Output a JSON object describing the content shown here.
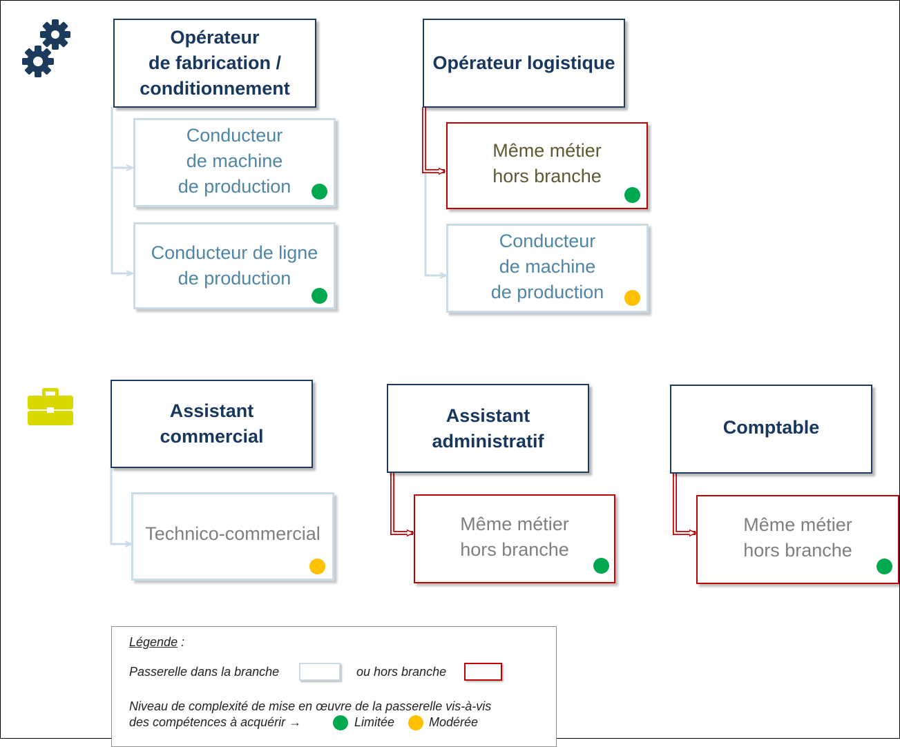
{
  "colors": {
    "navy": "#1b3a5c",
    "in_branch_border": "#c9dbe6",
    "out_branch_border": "#c00000",
    "limited": "#00a850",
    "moderate": "#ffc000",
    "briefcase": "#d9d900"
  },
  "icons": {
    "section1": "gears-icon",
    "section2": "briefcase-icon"
  },
  "section1": {
    "op_fab": {
      "title": "Opérateur\nde fabrication /\nconditionnement"
    },
    "op_fab_path1": {
      "label": "Conducteur\nde machine\nde production",
      "level": "Limitée"
    },
    "op_fab_path2": {
      "label": "Conducteur de ligne\nde production",
      "level": "Limitée"
    },
    "op_log": {
      "title": "Opérateur logistique"
    },
    "op_log_path1": {
      "label": "Même métier\nhors branche",
      "level": "Limitée"
    },
    "op_log_path2": {
      "label": "Conducteur\nde machine\nde production",
      "level": "Modérée"
    }
  },
  "section2": {
    "assist_com": {
      "title": "Assistant\ncommercial"
    },
    "assist_com_path1": {
      "label": "Technico-commercial",
      "level": "Modérée"
    },
    "assist_adm": {
      "title": "Assistant\nadministratif"
    },
    "assist_adm_path1": {
      "label": "Même métier\nhors branche",
      "level": "Limitée"
    },
    "comptable": {
      "title": "Comptable"
    },
    "comptable_path1": {
      "label": "Même métier\nhors branche",
      "level": "Limitée"
    }
  },
  "legend": {
    "title": "Légende",
    "title_suffix": " :",
    "in_branch": "Passerelle dans la branche",
    "out_branch": "ou hors branche",
    "complexity_line1": "Niveau de complexité de mise en œuvre de la passerelle vis-à-vis",
    "complexity_line2": "des compétences à acquérir →",
    "limited": "Limitée",
    "moderate": "Modérée"
  }
}
